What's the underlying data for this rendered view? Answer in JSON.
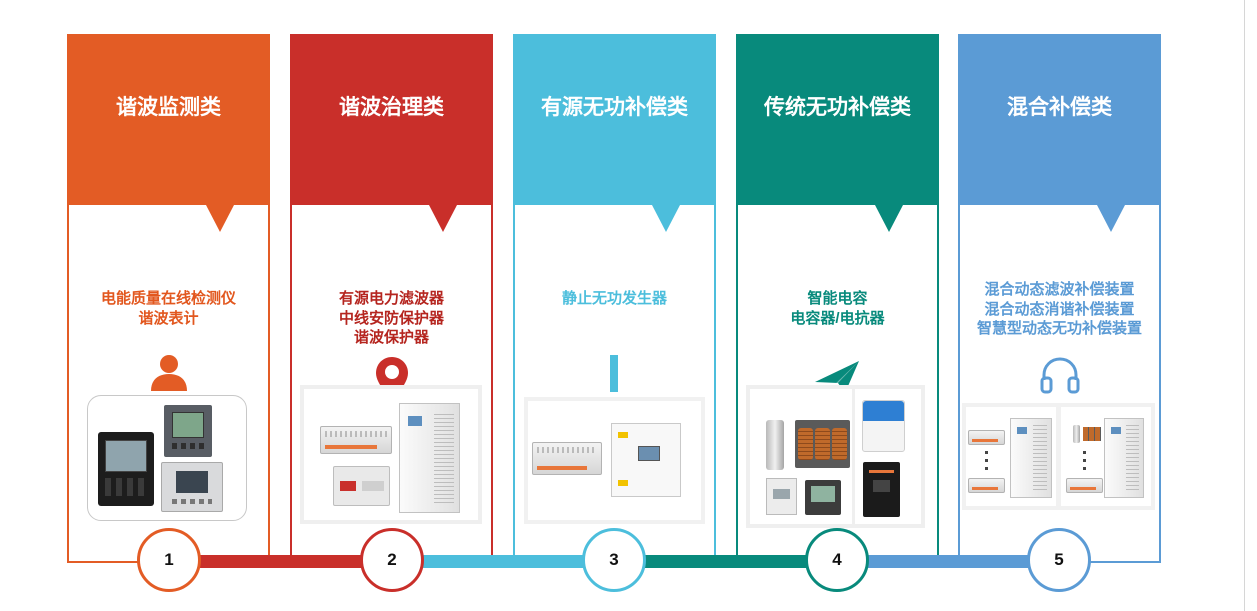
{
  "columns": [
    {
      "number": "1",
      "title": "谐波监测类",
      "color": "#E35C25",
      "text_color": "#E2571E",
      "products": [
        "电能质量在线检测仪",
        "谐波表计"
      ],
      "icon": "person-icon"
    },
    {
      "number": "2",
      "title": "谐波治理类",
      "color": "#C92F2A",
      "text_color": "#B5251F",
      "products": [
        "有源电力滤波器",
        "中线安防保护器",
        "谐波保护器"
      ],
      "icon": "map-pin-icon"
    },
    {
      "number": "3",
      "title": "有源无功补偿类",
      "color": "#4CBEDC",
      "text_color": "#4CBEDC",
      "products": [
        "静止无功发生器"
      ],
      "icon": "vertical-bar-icon"
    },
    {
      "number": "4",
      "title": "传统无功补偿类",
      "color": "#088A7C",
      "text_color": "#088A7C",
      "products": [
        "智能电容",
        "电容器/电抗器"
      ],
      "icon": "paper-plane-icon"
    },
    {
      "number": "5",
      "title": "混合补偿类",
      "color": "#5B9BD5",
      "text_color": "#5B9BD5",
      "products": [
        "混合动态滤波补偿装置",
        "混合动态消谐补偿装置",
        "智慧型动态无功补偿装置"
      ],
      "icon": "headphones-icon"
    }
  ],
  "connector_colors": [
    "#C92F2A",
    "#4CBEDC",
    "#088A7C",
    "#5B9BD5"
  ]
}
